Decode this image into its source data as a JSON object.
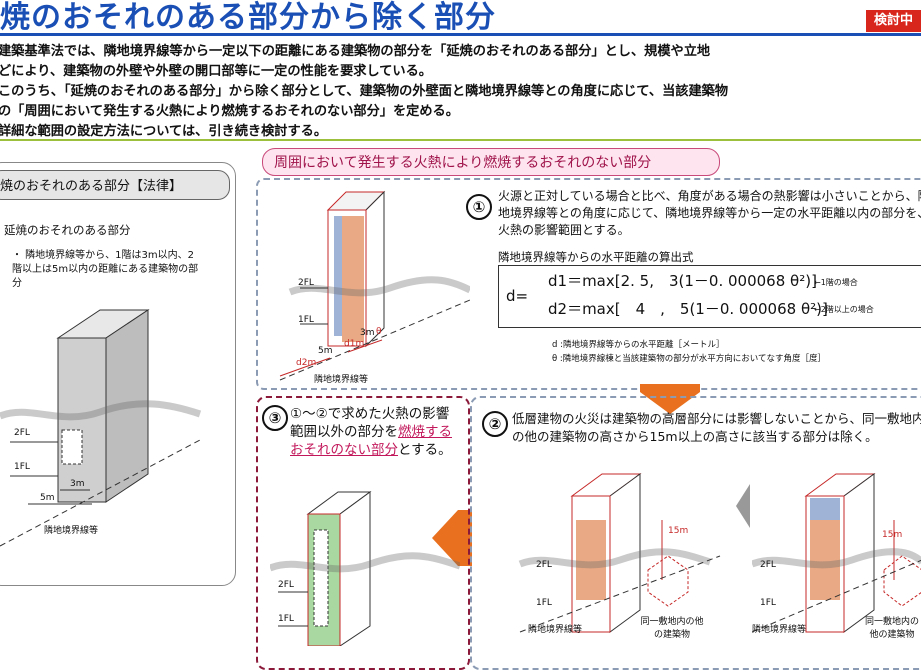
{
  "header": {
    "title": "焼のおそれのある部分から除く部分",
    "status_badge": "検討中",
    "accent": "#1a4fb5",
    "status_color": "#d9261c"
  },
  "intro": {
    "line1": "建築基準法では、隣地境界線等から一定以下の距離にある建築物の部分を「延焼のおそれのある部分」とし、規模や立地",
    "line2": "どにより、建築物の外壁や外壁の開口部等に一定の性能を要求している。",
    "line3": "このうち、「延焼のおそれのある部分」から除く部分として、建築物の外壁面と隣地境界線等との角度に応じて、当該建築物",
    "line4": "の「周囲において発生する火熱により燃焼するおそれのない部分」を定める。",
    "line5": "詳細な範囲の設定方法については、引き続き検討する。"
  },
  "left_panel": {
    "title": "焼のおそれのある部分【法律】",
    "subtitle": "延焼のおそれのある部分",
    "bullet": "・ 隣地境界線等から、1階は3m以内、2階以上は5m以内の距離にある建築物の部分",
    "label_2fl": "2FL",
    "label_1fl": "1FL",
    "dim_3m": "3m",
    "dim_5m": "5m",
    "boundary_label": "隣地境界線等"
  },
  "panel_1": {
    "title": "周囲において発生する火熱により燃焼するおそれのない部分",
    "number": "①",
    "text": "火源と正対している場合と比べ、角度がある場合の熱影響は小さいことから、隣地境界線等との角度に応じて、隣地境界線等から一定の水平距離以内の部分を、火熱の影響範囲とする。",
    "formula_heading": "隣地境界線等からの水平距離の算出式",
    "formula_d": "d=",
    "formula_line1": "d1＝max[2. 5,　3(1－0. 000068 θ²)]",
    "formula_line2": "d2＝max[　4　,　5(1－0. 000068 θ²)]",
    "formula_note1": "←1階の場合",
    "formula_note2": "←2階以上の場合",
    "def1": "d :隣地境界線等からの水平距離［メートル］",
    "def2": "θ :隣地境界線棟と当該建築物の部分が水平方向においてなす角度［度］",
    "label_2fl": "2FL",
    "label_1fl": "1FL",
    "dim_3m": "3m",
    "dim_5m": "5m",
    "dim_d1": "d1m",
    "dim_d2": "d2m",
    "theta": "θ",
    "boundary_label": "隣地境界線等"
  },
  "panel_3": {
    "number": "③",
    "text_pre": "①～②で求めた火熱の影響範囲以外の部分を",
    "text_highlight": "燃焼するおそれのない部分",
    "text_post": "とする。",
    "label_2fl": "2FL",
    "label_1fl": "1FL"
  },
  "panel_2": {
    "number": "②",
    "text": "低層建物の火災は建築物の高層部分には影響しないことから、同一敷地内の他の建築物の高さから15m以上の高さに該当する部分は除く。",
    "label_15m_a": "15m",
    "label_15m_b": "15m",
    "label_2fl_a": "2FL",
    "label_1fl_a": "1FL",
    "label_2fl_b": "2FL",
    "label_1fl_b": "1FL",
    "boundary_a": "隣地境界線等",
    "boundary_b": "隣地境界線等",
    "other_a": "同一敷地内の他の建築物",
    "other_b": "同一敷地内の他の建築物"
  }
}
